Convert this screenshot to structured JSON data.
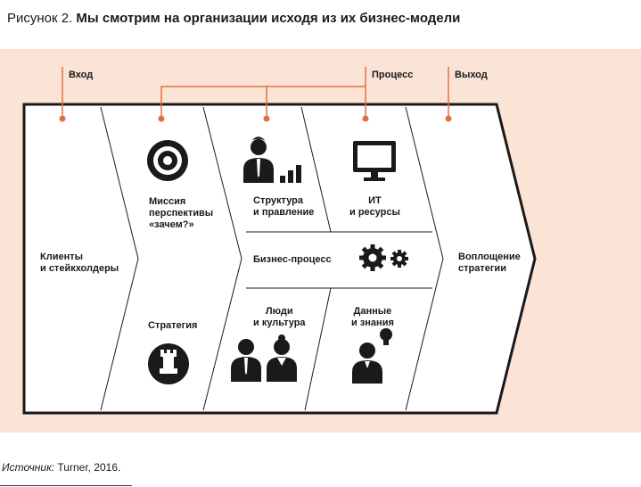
{
  "figure": {
    "number": "Рисунок 2.",
    "title": "Мы смотрим на организации исходя из их бизнес-модели"
  },
  "header_labels": {
    "input": "Вход",
    "process": "Процесс",
    "output": "Выход"
  },
  "nodes": {
    "clients": [
      "Клиенты",
      "и стейкхолдеры"
    ],
    "mission": [
      "Миссия",
      "перспективы",
      "«зачем?»"
    ],
    "strategy": [
      "Стратегия"
    ],
    "structure": [
      "Структура",
      "и правление"
    ],
    "it": [
      "ИТ",
      "и ресурсы"
    ],
    "business_process": [
      "Бизнес-процесс"
    ],
    "people": [
      "Люди",
      "и культура"
    ],
    "data": [
      "Данные",
      "и знания"
    ],
    "output": [
      "Воплощение",
      "стратегии"
    ]
  },
  "source": {
    "label": "Источник:",
    "text": " Turner, 2016."
  },
  "colors": {
    "accent": "#e5703f",
    "panel": "#fbe3d6",
    "ink": "#1a1a1a"
  }
}
